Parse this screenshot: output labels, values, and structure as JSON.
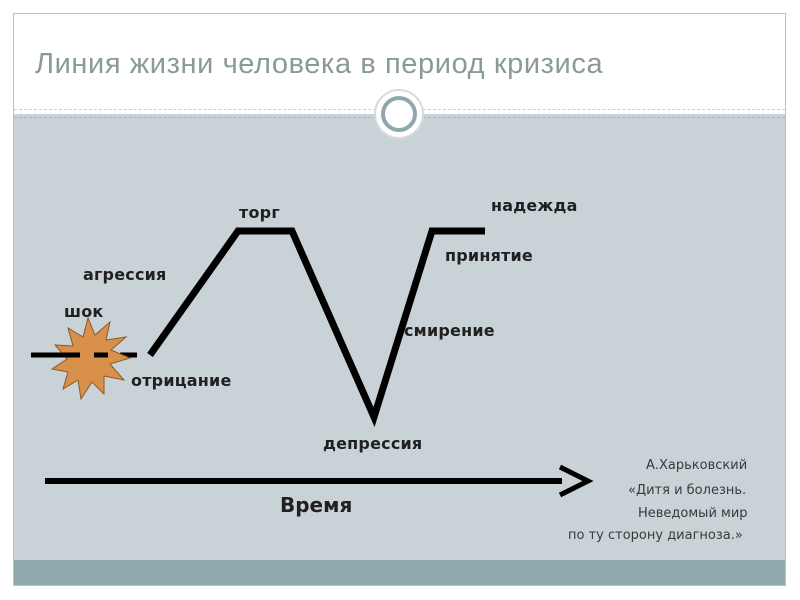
{
  "slide": {
    "title": "Линия жизни человека в период кризиса"
  },
  "diagram": {
    "stages": {
      "shock": "шок",
      "denial": "отрицание",
      "aggression": "агрессия",
      "bargaining": "торг",
      "depression": "депрессия",
      "resignation": "смирение",
      "acceptance": "принятие",
      "hope": "надежда"
    },
    "time_axis_label": "Время",
    "colors": {
      "line": "#000000",
      "starburst": "#d9904a",
      "background": "#c9d3d7",
      "footer": "#8fa8ab",
      "title": "#8a9a9a"
    }
  },
  "citation": {
    "author": "А.Харьковский",
    "line1": "«Дитя и болезнь.",
    "line2": "Неведомый мир",
    "line3": "по ту сторону диагноза.»"
  }
}
